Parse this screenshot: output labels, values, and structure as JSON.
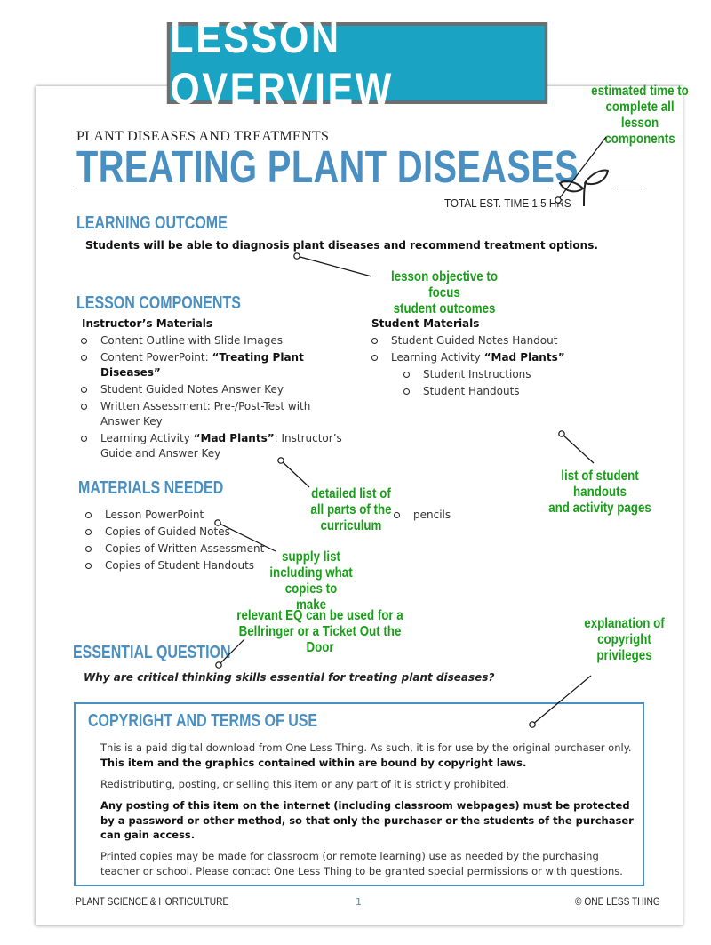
{
  "banner": {
    "title": "LESSON OVERVIEW"
  },
  "header": {
    "subject": "PLANT DISEASES AND TREATMENTS",
    "title": "TREATING PLANT DISEASES",
    "total_time": "TOTAL EST. TIME 1.5  HRS"
  },
  "learning_outcome": {
    "heading": "LEARNING OUTCOME",
    "text": "Students will be able to diagnosis plant diseases and recommend treatment options."
  },
  "lesson_components": {
    "heading": "LESSON COMPONENTS",
    "instructor": {
      "heading": "Instructor’s Materials",
      "items": [
        {
          "text": "Content Outline with Slide Images",
          "bold": "",
          "rest": ""
        },
        {
          "text": "Content PowerPoint: ",
          "bold": "“Treating Plant Diseases”",
          "rest": ""
        },
        {
          "text": "Student Guided Notes Answer Key",
          "bold": "",
          "rest": ""
        },
        {
          "text": "Written Assessment: Pre-/Post-Test with Answer Key",
          "bold": "",
          "rest": ""
        },
        {
          "text": "Learning Activity ",
          "bold": "“Mad Plants”",
          "rest": ": Instructor’s Guide and Answer Key"
        }
      ]
    },
    "student": {
      "heading": "Student Materials",
      "items": [
        {
          "text": "Student Guided Notes Handout",
          "bold": ""
        },
        {
          "text": "Learning Activity ",
          "bold": "“Mad Plants”"
        }
      ],
      "subitems": [
        "Student Instructions",
        "Student Handouts"
      ]
    }
  },
  "materials_needed": {
    "heading": "MATERIALS NEEDED",
    "items": [
      "Lesson PowerPoint",
      "Copies of Guided Notes",
      "Copies of Written Assessment",
      "Copies of Student Handouts"
    ],
    "items_right": [
      "pencils"
    ]
  },
  "essential_question": {
    "heading": "ESSENTIAL QUESTION",
    "text": "Why are critical thinking skills essential for treating plant diseases?"
  },
  "copyright": {
    "heading": "COPYRIGHT AND TERMS OF USE",
    "p1_normal": "This is a paid digital download from One Less Thing. As such, it is for use by the original purchaser only. ",
    "p1_bold": "This item and the graphics contained within are bound by copyright laws.",
    "p2": "Redistributing, posting, or selling this item or any part of it is strictly prohibited.",
    "p3": "Any posting of this item on the internet (including classroom webpages) must be protected by a password or other method, so that only the purchaser or the students of the purchaser can gain access.",
    "p4": "Printed copies may be made for classroom (or remote learning) use as needed by the purchasing teacher or school. Please contact One Less Thing to be granted special permissions or with questions."
  },
  "footer": {
    "left": "PLANT SCIENCE & HORTICULTURE",
    "page": "1",
    "right": "© ONE LESS THING"
  },
  "annotations": {
    "time": "estimated time to\ncomplete all lesson\ncomponents",
    "objective": "lesson objective to focus\nstudent  outcomes",
    "detailed": "detailed list of\nall parts of the\ncurriculum",
    "handouts": "list of student handouts\nand activity pages",
    "supply": "supply list\nincluding what\ncopies to make",
    "eq": "relevant EQ can be used for a\nBellringer or a Ticket Out the Door",
    "copyright": "explanation of\ncopyright privileges"
  },
  "colors": {
    "banner": "#1aa3c2",
    "heading_blue": "#4a8fc1",
    "annotation_green": "#1a9e1a"
  },
  "icons": [
    "leaf-sprout-icon",
    "callout-pointer-icon"
  ]
}
